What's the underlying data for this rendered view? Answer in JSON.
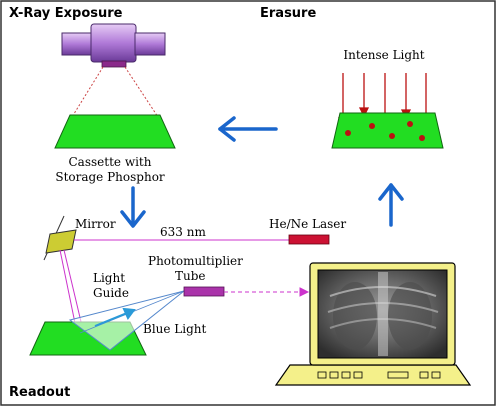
{
  "sections": {
    "xray": "X-Ray Exposure",
    "erasure": "Erasure",
    "readout": "Readout"
  },
  "labels": {
    "cassette_line1": "Cassette with",
    "cassette_line2": "Storage Phosphor",
    "intense_light": "Intense Light",
    "mirror": "Mirror",
    "wavelength": "633 nm",
    "laser": "He/Ne Laser",
    "pmt_line1": "Photomultiplier",
    "pmt_line2": "Tube",
    "light_guide_line1": "Light",
    "light_guide_line2": "Guide",
    "blue_light": "Blue Light"
  },
  "colors": {
    "phosphor_green": "#22dd22",
    "tube_purple": "#b07ad8",
    "arrow_blue": "#1a66cc",
    "laser_red": "#cc1133",
    "monitor_yellow": "#f4f08a",
    "mirror_yellow": "#cccc33",
    "beam_magenta": "#cc33cc",
    "light_red": "#bb1111"
  },
  "icons": {
    "xray_tube": "xray-tube-icon",
    "monitor": "monitor-icon",
    "mirror": "mirror-icon"
  }
}
